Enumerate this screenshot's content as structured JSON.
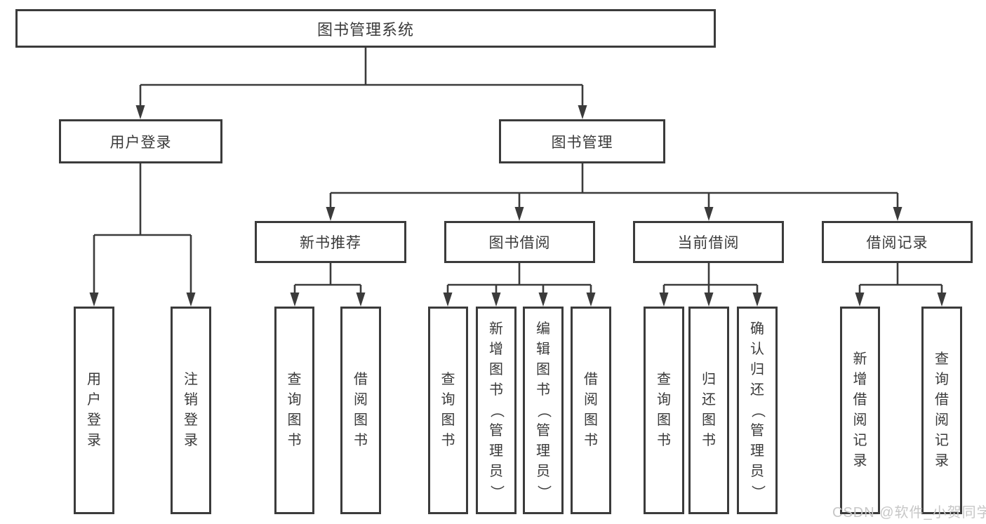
{
  "diagram": {
    "title_node": {
      "label": "图书管理系统"
    },
    "level2": [
      {
        "id": "user-login",
        "label": "用户登录"
      },
      {
        "id": "book-mgmt",
        "label": "图书管理"
      }
    ],
    "level3": [
      {
        "id": "new-book-recommend",
        "label": "新书推荐",
        "parent": "图书管理"
      },
      {
        "id": "book-borrow",
        "label": "图书借阅",
        "parent": "图书管理"
      },
      {
        "id": "current-borrow",
        "label": "当前借阅",
        "parent": "图书管理"
      },
      {
        "id": "borrow-records",
        "label": "借阅记录",
        "parent": "图书管理"
      }
    ],
    "leaves": [
      {
        "id": "leaf-user-login",
        "label": "用户登录",
        "parent": "用户登录"
      },
      {
        "id": "leaf-logout",
        "label": "注销登录",
        "parent": "用户登录"
      },
      {
        "id": "leaf-query-books-1",
        "label": "查询图书",
        "parent": "新书推荐"
      },
      {
        "id": "leaf-borrow-books-1",
        "label": "借阅图书",
        "parent": "新书推荐"
      },
      {
        "id": "leaf-query-books-2",
        "label": "查询图书",
        "parent": "图书借阅"
      },
      {
        "id": "leaf-add-books-admin",
        "label": "新增图书（管理员）",
        "parent": "图书借阅"
      },
      {
        "id": "leaf-edit-books-admin",
        "label": "编辑图书（管理员）",
        "parent": "图书借阅"
      },
      {
        "id": "leaf-borrow-books-2",
        "label": "借阅图书",
        "parent": "图书借阅"
      },
      {
        "id": "leaf-query-books-3",
        "label": "查询图书",
        "parent": "当前借阅"
      },
      {
        "id": "leaf-return-books",
        "label": "归还图书",
        "parent": "当前借阅"
      },
      {
        "id": "leaf-confirm-return",
        "label": "确认归还（管理员）",
        "parent": "当前借阅"
      },
      {
        "id": "leaf-add-borrow-record",
        "label": "新增借阅记录",
        "parent": "借阅记录"
      },
      {
        "id": "leaf-query-borrow-record",
        "label": "查询借阅记录",
        "parent": "借阅记录"
      }
    ],
    "watermark": "CSDN @软件_小贺同学",
    "colors": {
      "line": "#3b3b3b",
      "text": "#3a3a3a",
      "watermark": "#c7c7c7",
      "background": "#ffffff"
    }
  }
}
